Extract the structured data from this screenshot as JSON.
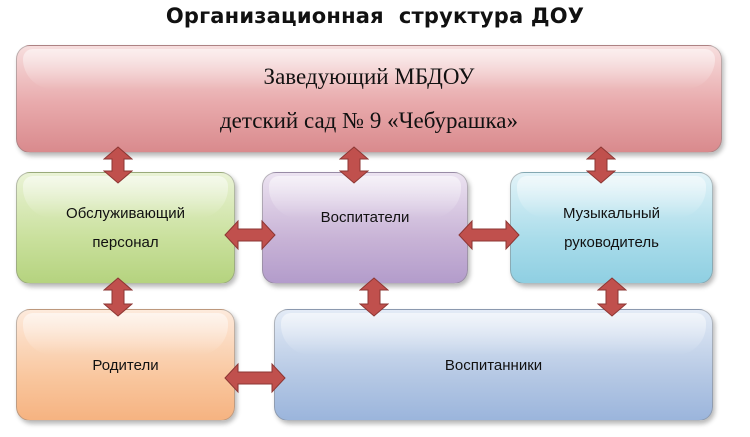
{
  "title": "Организационная  структура ДОУ",
  "head": {
    "line1": "Заведующий МБДОУ",
    "line2": "детский сад № 9 «Чебурашка»"
  },
  "boxes": {
    "service": {
      "line1": "Обслуживающий",
      "line2": "персонал"
    },
    "teachers": {
      "label": "Воспитатели"
    },
    "music": {
      "line1": "Музыкальный",
      "line2": "руководитель"
    },
    "parents": {
      "label": "Родители"
    },
    "pupils": {
      "label": "Воспитанники"
    }
  },
  "colors": {
    "arrow_fill": "#c0504d",
    "arrow_stroke": "#8c3633"
  }
}
